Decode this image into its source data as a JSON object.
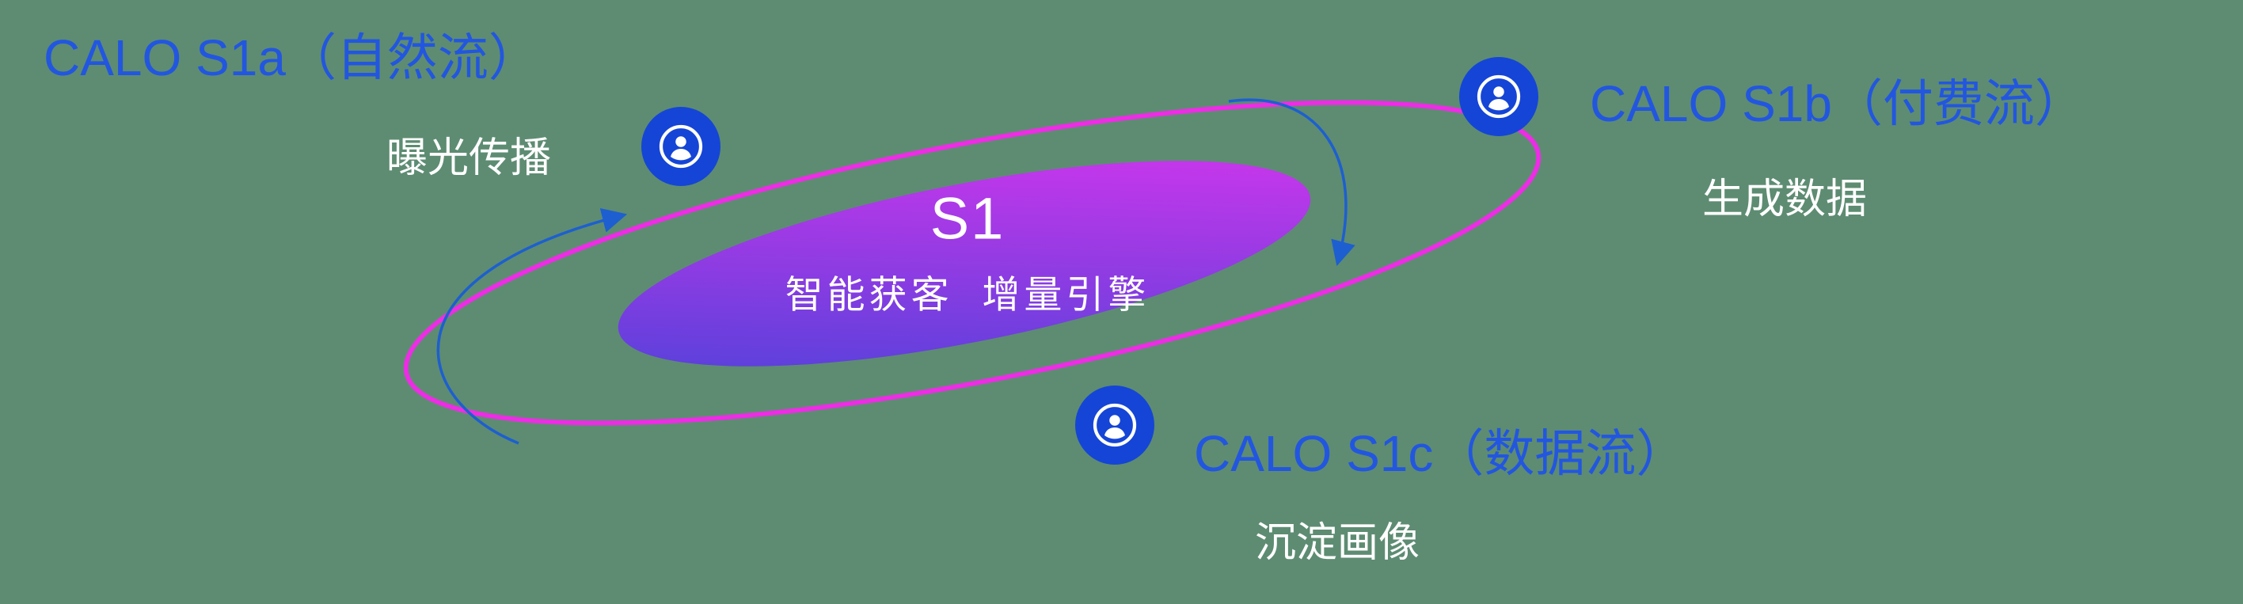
{
  "diagram": {
    "center": {
      "title": "S1",
      "subtitle": "智能获客  增量引擎"
    },
    "nodes": [
      {
        "id": "calo-s1a",
        "label": "CALO S1a（自然流）",
        "sublabel": "曝光传播"
      },
      {
        "id": "calo-s1b",
        "label": "CALO S1b（付费流）",
        "sublabel": "生成数据"
      },
      {
        "id": "calo-s1c",
        "label": "CALO S1c（数据流）",
        "sublabel": "沉淀画像"
      }
    ],
    "icons": [
      {
        "name": "person-circle-icon",
        "meaning": "audience / user node"
      }
    ]
  },
  "colors": {
    "bg": "#5d8c72",
    "label_blue": "#2256e0",
    "node_blue": "#1545d6",
    "ring_magenta": "#ec2de4",
    "arrow_blue": "#1d5fd0",
    "grad_start": "#4a42d8",
    "grad_end": "#d935ee",
    "text_white": "#ffffff"
  }
}
